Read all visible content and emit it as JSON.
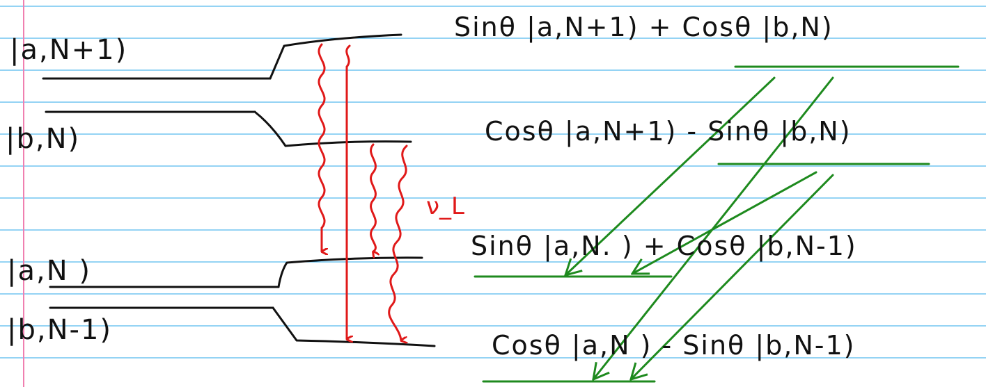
{
  "colors": {
    "paper": "#ffffff",
    "rule_line": "#2aa7e8",
    "margin_line": "#f07fb0",
    "ink": "#111111",
    "transition_arrows": "#e01919",
    "dressed_levels": "#1e8a1e"
  },
  "bare_states": [
    {
      "id": "a-N+1",
      "label": "|a,N+1)"
    },
    {
      "id": "b-N",
      "label": "|b,N)"
    },
    {
      "id": "a-N",
      "label": "|a,N )"
    },
    {
      "id": "b-N-1",
      "label": "|b,N-1)"
    }
  ],
  "emission_label": "ν_L",
  "dressed_states": [
    {
      "id": "upper-plus",
      "label": "Sinθ |a,N+1) + Cosθ |b,N)"
    },
    {
      "id": "upper-minus",
      "label": "Cosθ |a,N+1) - Sinθ |b,N)"
    },
    {
      "id": "lower-plus",
      "label": "Sinθ |a,N. ) + Cosθ |b,N-1)"
    },
    {
      "id": "lower-minus",
      "label": "Cosθ |a,N ) - Sinθ |b,N-1)"
    }
  ],
  "icons": [
    "wavy-emission-arrow-icon",
    "straight-decay-arrow-icon"
  ]
}
